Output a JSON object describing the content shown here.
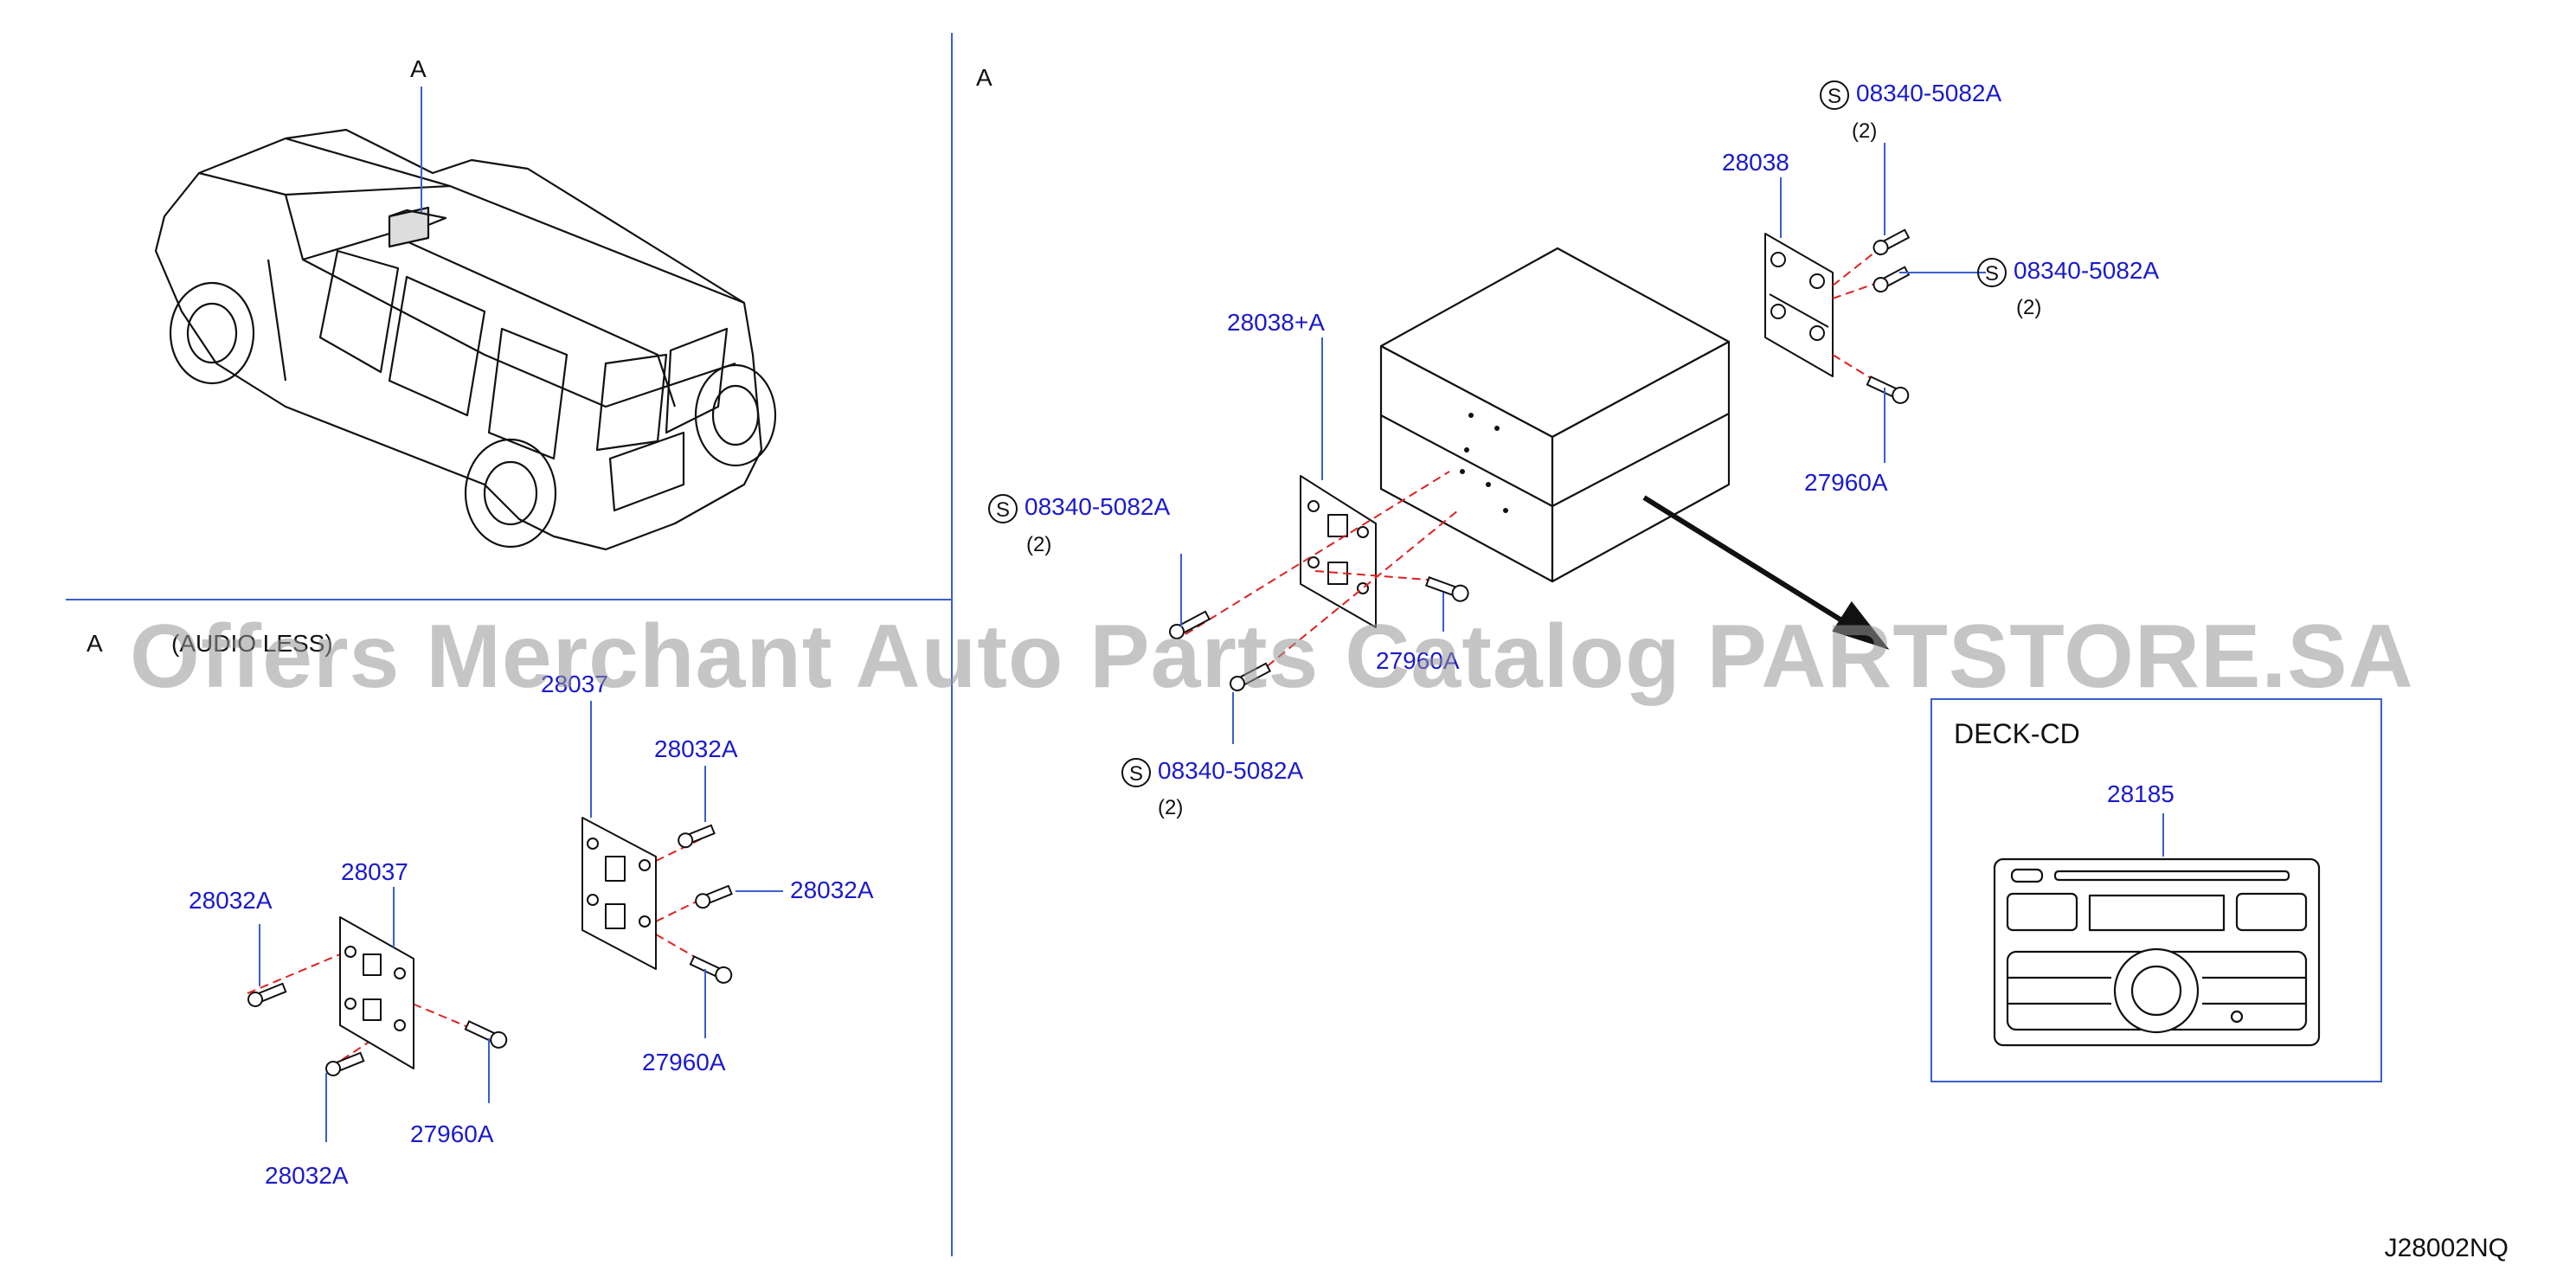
{
  "view_labels": {
    "top_left": "A",
    "top_right": "A",
    "bottom_left": "A",
    "bottom_left_note": "(AUDIO LESS)"
  },
  "parts": {
    "p28038": "28038",
    "p28038a": "28038+A",
    "p27960a": "27960A",
    "p08340": "08340-5082A",
    "qty2": "(2)",
    "p28037": "28037",
    "p28032a": "28032A",
    "p28185": "28185"
  },
  "s_symbol": "S",
  "deck_title": "DECK-CD",
  "watermark": "Offers Merchant Auto Parts Catalog PARTSTORE.SA",
  "diagram_code": "J28002NQ",
  "colors": {
    "callout": "#1a1acc",
    "divider": "#3a5fcd",
    "dash": "#e02020",
    "ink": "#111111"
  }
}
